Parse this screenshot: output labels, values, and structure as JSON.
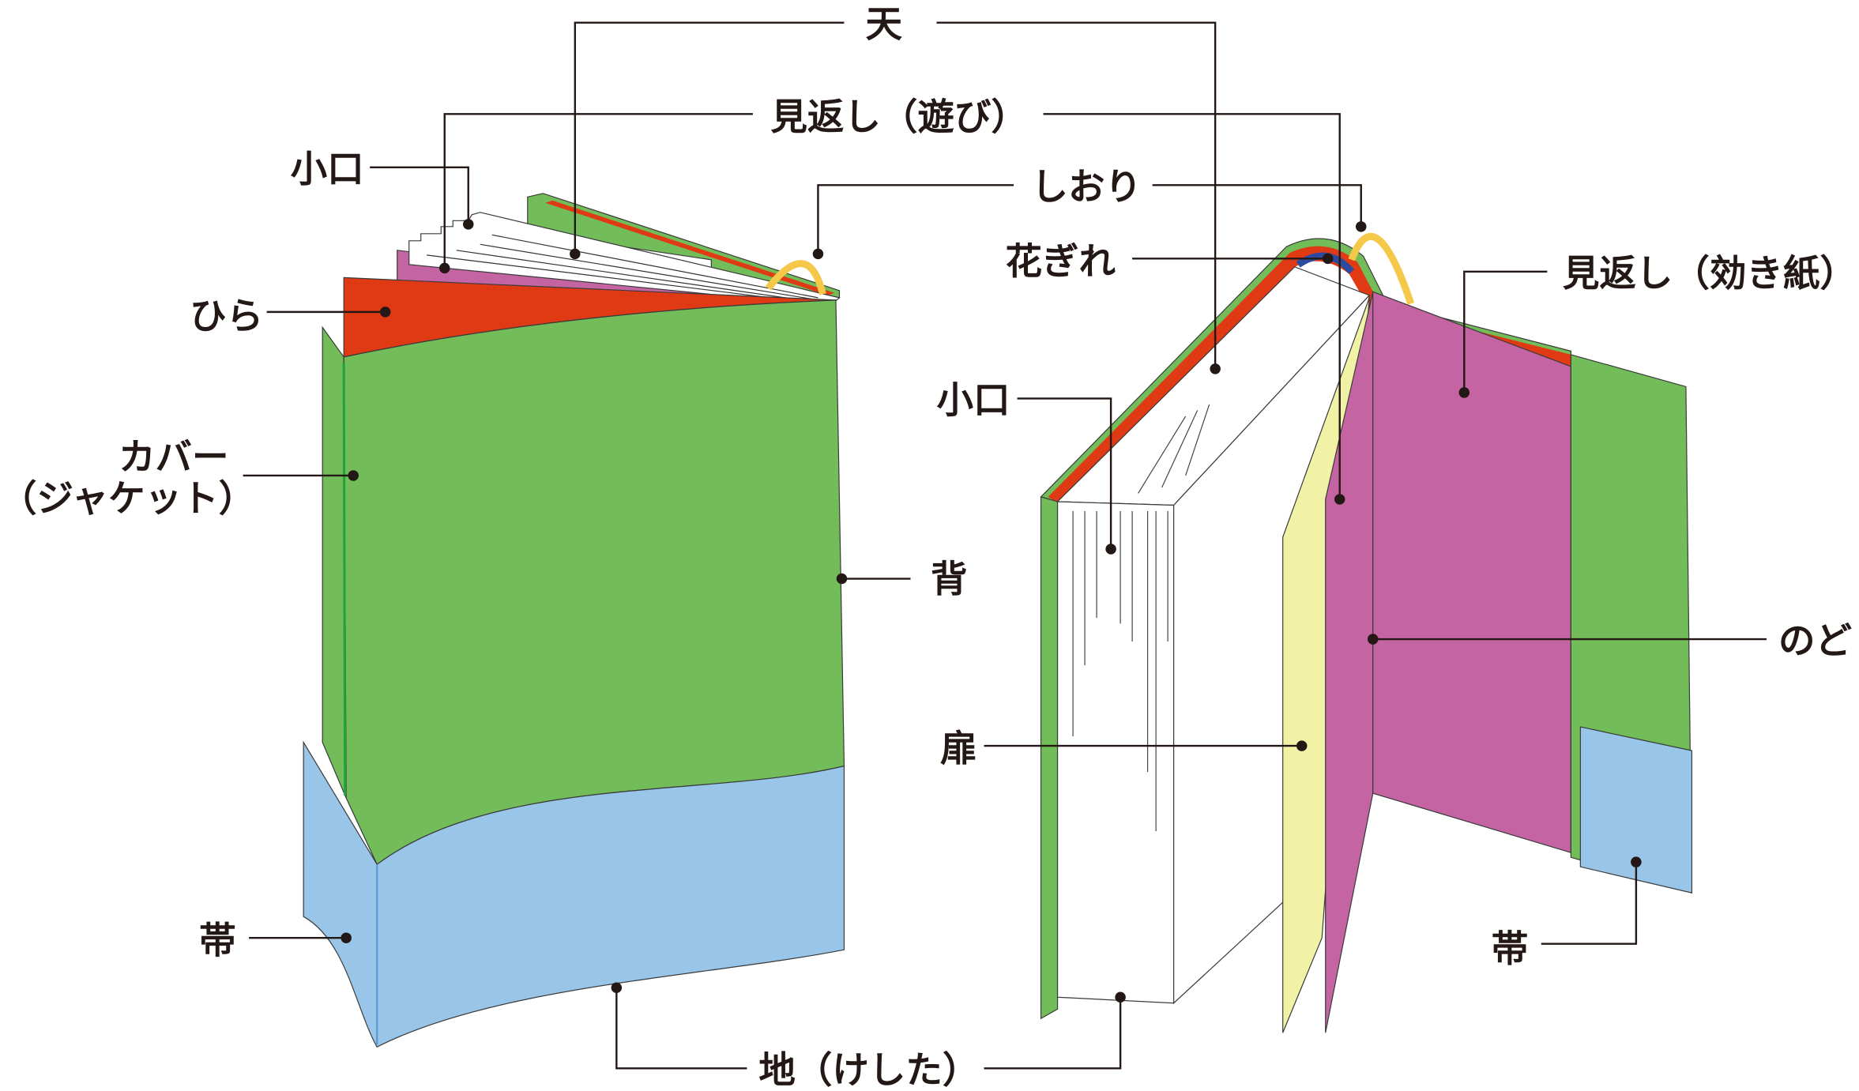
{
  "colors": {
    "cover": "#72bd5a",
    "hira": "#e03a14",
    "endpaper": "#c564a2",
    "obi": "#98c5e8",
    "title_page": "#f1f2a6",
    "bookmark": "#f5c84a",
    "headband": "#2c4aa0"
  },
  "labels": {
    "ten": "天",
    "mikaeshi_asobi": "見返し（遊び）",
    "koguchi_left": "小口",
    "shiori": "しおり",
    "hanagire": "花ぎれ",
    "mikaeshi_kikigami": "見返し（効き紙）",
    "hira": "ひら",
    "koguchi_right": "小口",
    "cover_line1": "カバー",
    "cover_line2": "（ジャケット）",
    "se": "背",
    "nodo": "のど",
    "tobira": "扉",
    "obi_left": "帯",
    "obi_right": "帯",
    "chi": "地（けした）"
  }
}
